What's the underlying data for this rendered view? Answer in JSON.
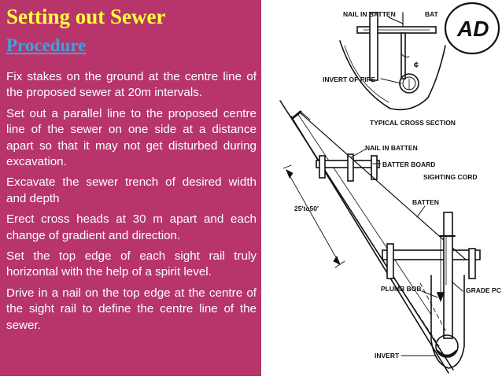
{
  "slide": {
    "title": "Setting out Sewer",
    "subtitle": "Procedure",
    "paragraphs": [
      "Fix stakes on the ground at the centre line of the proposed sewer at 20m intervals.",
      "Set out a parallel line to the proposed centre line of the sewer on one side at a distance apart so that it may not get disturbed during excavation.",
      "Excavate the sewer trench of desired width and depth",
      "Erect cross heads at 30 m apart and each change of gradient and direction.",
      "Set the top edge of each sight rail truly horizontal with the help of a spirit level.",
      "Drive in a nail on the top edge at the centre of the sight rail to define the centre line of the sewer."
    ]
  },
  "diagram": {
    "labels": {
      "nail_in_batten_top": "NAIL IN BATTEN",
      "batten_top": "BAT",
      "invert_of_pipe": "INVERT OF PIPE",
      "typical_cross_section": "TYPICAL CROSS SECTION",
      "nail_in_batten": "NAIL IN BATTEN",
      "batter_board": "BATTER BOARD",
      "sighting_cord": "SIGHTING CORD",
      "batten": "BATTEN",
      "spacing": "25'to50'",
      "plumb_bob": "PLUMB BOB",
      "grade_pole": "GRADE PC",
      "invert": "INVERT",
      "centre_mark": "¢"
    },
    "logo_text": "AD"
  }
}
